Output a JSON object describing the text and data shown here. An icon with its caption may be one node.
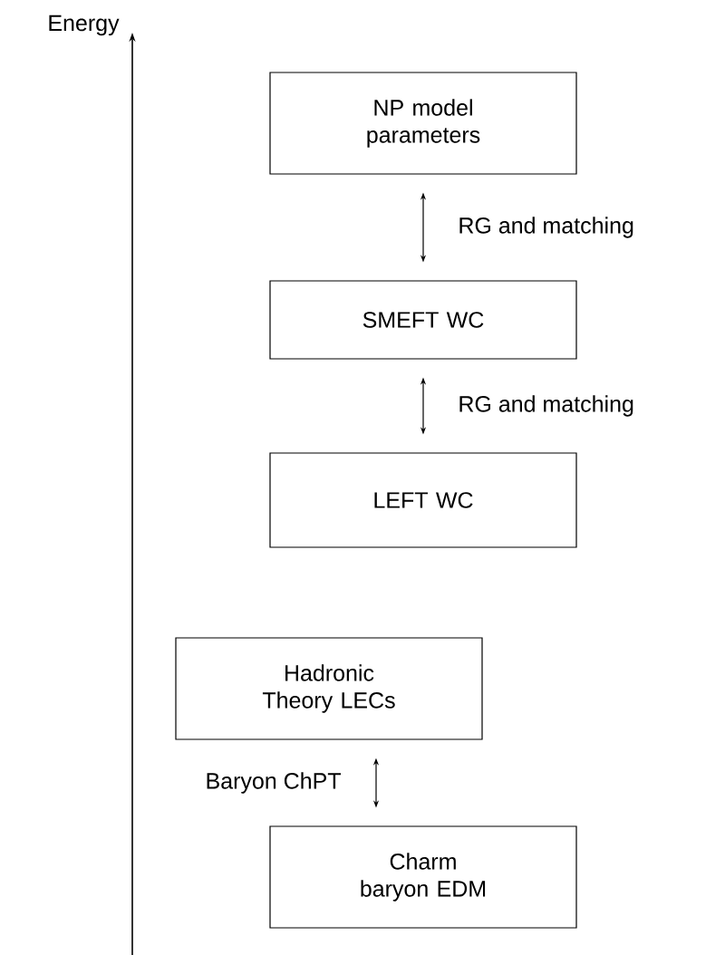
{
  "diagram": {
    "nodes": [
      {
        "text": [
          "NP model parameters"
        ]
      },
      {
        "text": [
          "SMEFT WC"
        ]
      },
      {
        "text": [
          "LEFT WC"
        ]
      },
      {
        "text": [
          "Hadronic Theory LECs"
        ]
      },
      {
        "text": [
          "Charm baryon EDM"
        ]
      }
    ],
    "edges": [
      {
        "from": 0,
        "to": 1,
        "arrow": "both",
        "label": "RG and matching"
      },
      {
        "from": 1,
        "to": 2,
        "arrow": "both",
        "label": "RG and matching"
      },
      {
        "from": 3,
        "to": 4,
        "arrow": "both",
        "label": "Baryon ChPT"
      }
    ],
    "labels": [
      "Energy"
    ]
  }
}
